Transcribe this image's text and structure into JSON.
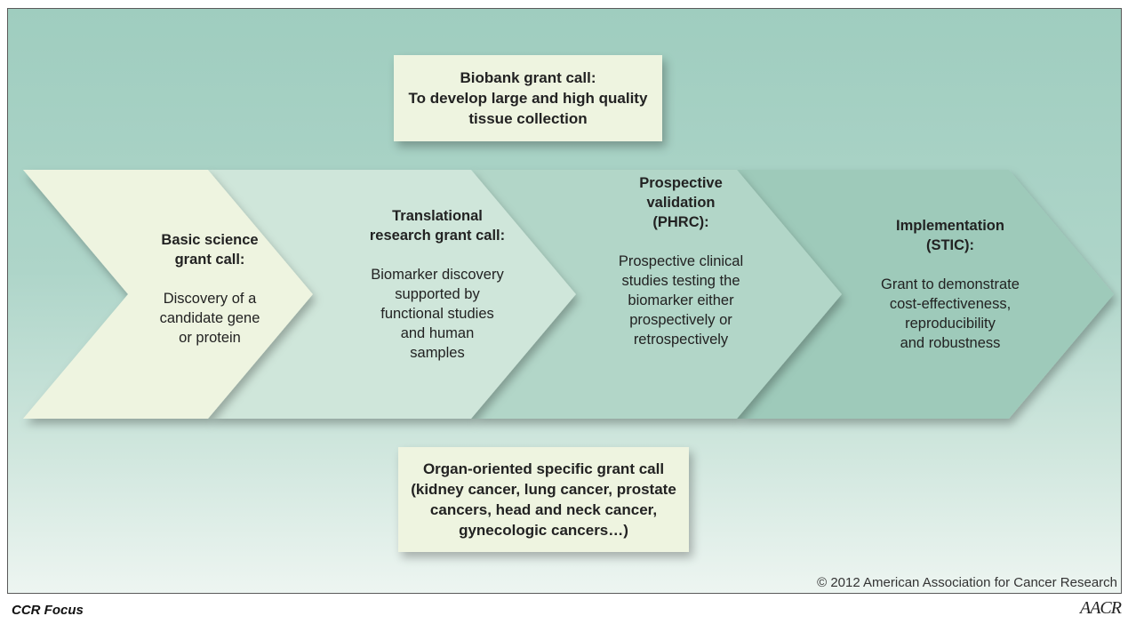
{
  "top_box": {
    "lines": [
      "Biobank grant call:",
      "To develop large and high quality",
      "tissue collection"
    ]
  },
  "stages": [
    {
      "title_lines": [
        "Basic science",
        "grant call:"
      ],
      "body_lines": [
        "Discovery of a",
        "candidate gene",
        "or protein"
      ]
    },
    {
      "title_lines": [
        "Translational",
        "research grant call:"
      ],
      "body_lines": [
        "Biomarker discovery",
        "supported by",
        "functional studies",
        "and human",
        "samples"
      ]
    },
    {
      "title_lines": [
        "Prospective",
        "validation",
        "(PHRC):"
      ],
      "body_lines": [
        "Prospective clinical",
        "studies testing the",
        "biomarker either",
        "prospectively or",
        "retrospectively"
      ]
    },
    {
      "title_lines": [
        "Implementation",
        "(STIC):"
      ],
      "body_lines": [
        "Grant to demonstrate",
        "cost-effectiveness,",
        "reproducibility",
        "and robustness"
      ]
    }
  ],
  "bottom_box": {
    "lines": [
      "Organ-oriented specific grant call",
      "(kidney cancer, lung cancer, prostate",
      "cancers, head and neck cancer,",
      "gynecologic cancers…)"
    ]
  },
  "copyright": "© 2012 American Association for Cancer Research",
  "footer": {
    "journal": "CCR Focus",
    "logo": "AACR"
  },
  "colors": {
    "chevron_1": "#eef4e0",
    "chevron_2": "#cfe6da",
    "chevron_3": "#b2d6c8",
    "chevron_4": "#9ecaba",
    "box_fill": "#eef4e0"
  }
}
